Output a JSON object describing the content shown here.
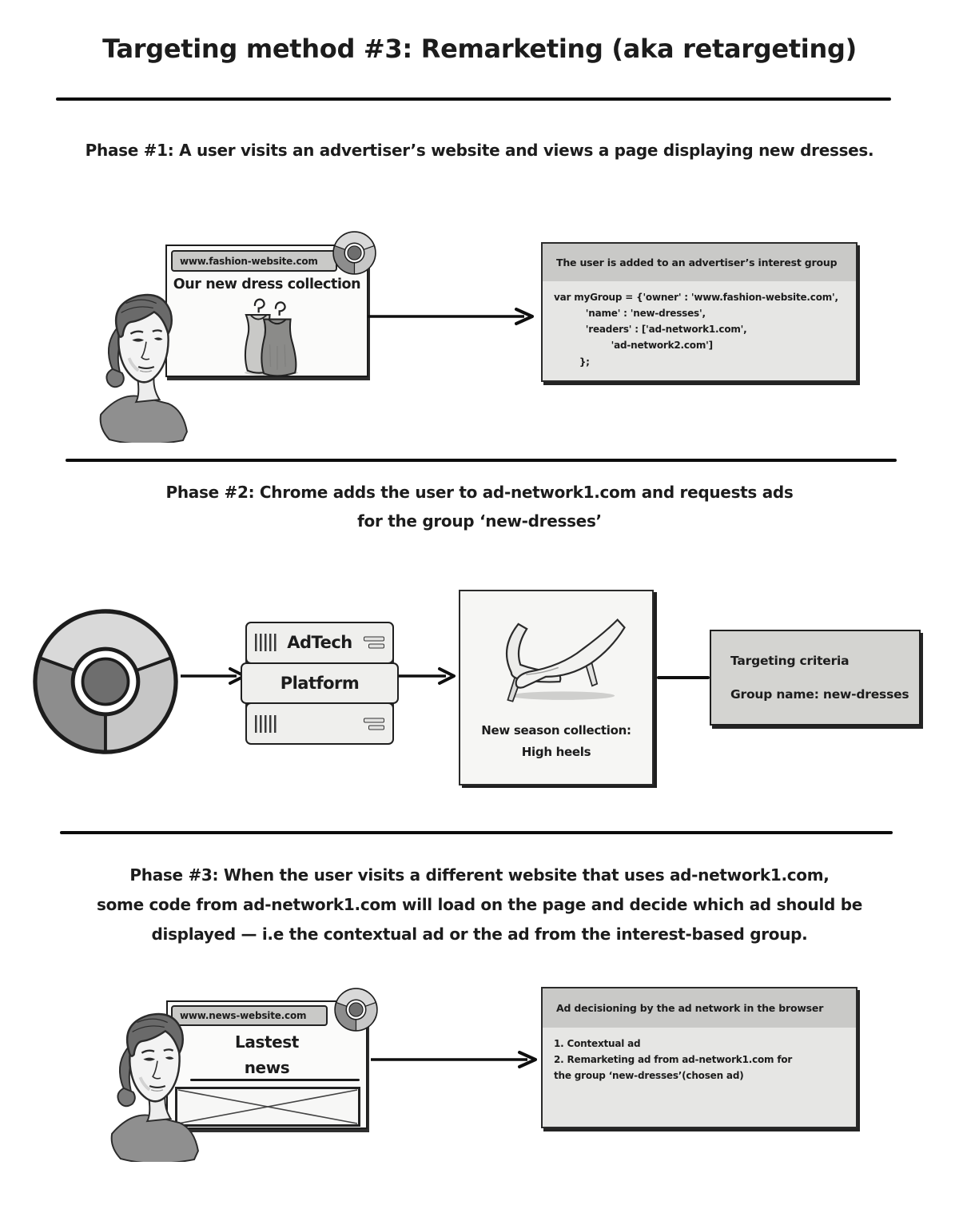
{
  "title": "Targeting method #3: Remarketing (aka retargeting)",
  "icons": {
    "browser_logo": "chrome-icon",
    "ad_slot": "ad-placeholder-icon"
  },
  "colors": {
    "ink": "#1c1c1c",
    "strip-grey": "#c9c9c7",
    "panel-grey": "#d4d4d1",
    "code-bg": "#e6e6e4",
    "paper": "#ffffff",
    "chrome-light": "#d9d9d9",
    "chrome-mid": "#8d8d8d",
    "chrome-rim": "#c6c6c6",
    "chrome-core": "#6e6e6e"
  },
  "phase1": {
    "heading": "Phase #1: A user visits an advertiser’s website and views a page displaying new dresses.",
    "browser": {
      "url": "www.fashion-website.com",
      "headline": "Our new dress collection"
    },
    "interest_box": {
      "header": "The user is added to an advertiser’s interest group",
      "code": "var myGroup = {'owner' : 'www.fashion-website.com',\n          'name' : 'new-dresses',\n          'readers' : ['ad-network1.com',\n                  'ad-network2.com']\n        };"
    }
  },
  "phase2": {
    "heading_line1": "Phase #2: Chrome adds the user to ad-network1.com and requests ads",
    "heading_line2": "for the group ‘new-dresses’",
    "server_label_top": "AdTech",
    "server_label_middle": "Platform",
    "ad_caption_line1": "New season collection:",
    "ad_caption_line2": "High heels",
    "targeting_line1": "Targeting criteria",
    "targeting_line2": "Group name: new-dresses"
  },
  "phase3": {
    "heading_line1": "Phase #3: When the user visits a different website that uses ad-network1.com,",
    "heading_line2": "some code from ad-network1.com will load on the page and decide which ad should be",
    "heading_line3": "displayed — i.e the contextual ad or the ad from the interest-based group.",
    "browser": {
      "url": "www.news-website.com",
      "headline_line1": "Lastest",
      "headline_line2": "news"
    },
    "decision_box": {
      "header": "Ad decisioning by the ad network in the browser",
      "body": "1. Contextual ad\n2. Remarketing ad from ad-network1.com for\nthe group ‘new-dresses’(chosen ad)"
    }
  }
}
